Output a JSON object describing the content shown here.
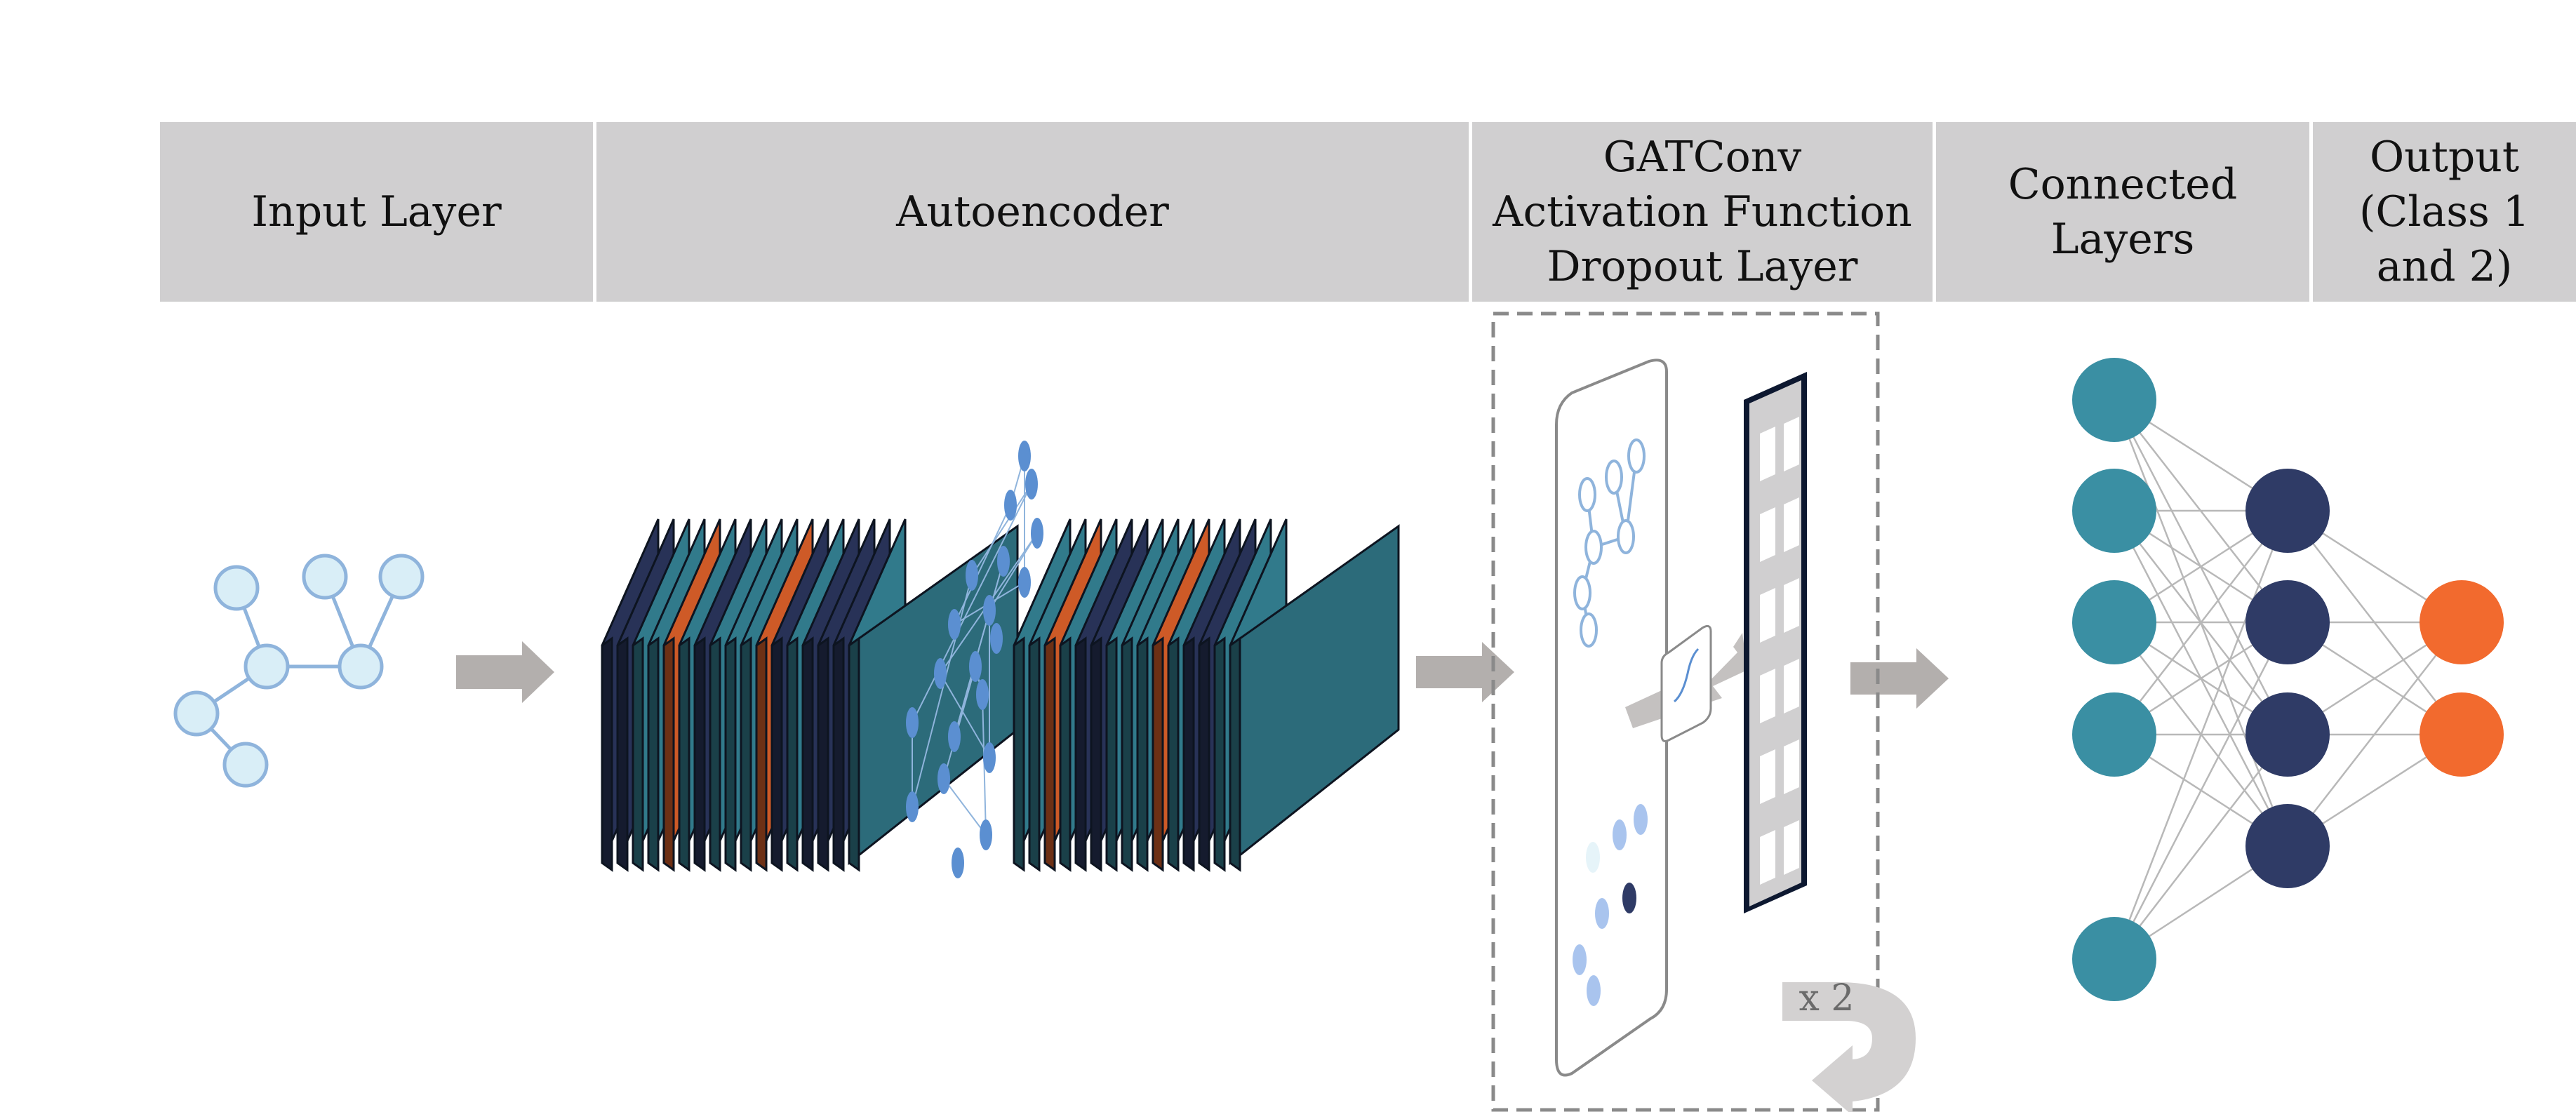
{
  "header": {
    "input_layer": "Input Layer",
    "autoencoder": "Autoencoder",
    "gat_block": "GATConv\nActivation Function\nDropout Layer",
    "connected_layers": "Connected\nLayers",
    "output": "Output\n(Class 1\nand 2)"
  },
  "repeat_label": "x 2",
  "colors": {
    "header_bg": "#d0cfd0",
    "graph_node_fill": "#d9eef7",
    "graph_stroke": "#8fb4dc",
    "navy": "#2f3b66",
    "teal": "#3a8fa3",
    "orange": "#f26a2e",
    "arrow_gray": "#b3afad",
    "attention_blue": "#5b8fd1"
  },
  "icons": {
    "input": "graph-icon",
    "encoder": "layer-stack-icon",
    "decoder": "layer-stack-icon",
    "gat": "graph-attention-icon",
    "dropout": "dropout-layer-icon",
    "repeat": "loop-arrow-icon"
  }
}
